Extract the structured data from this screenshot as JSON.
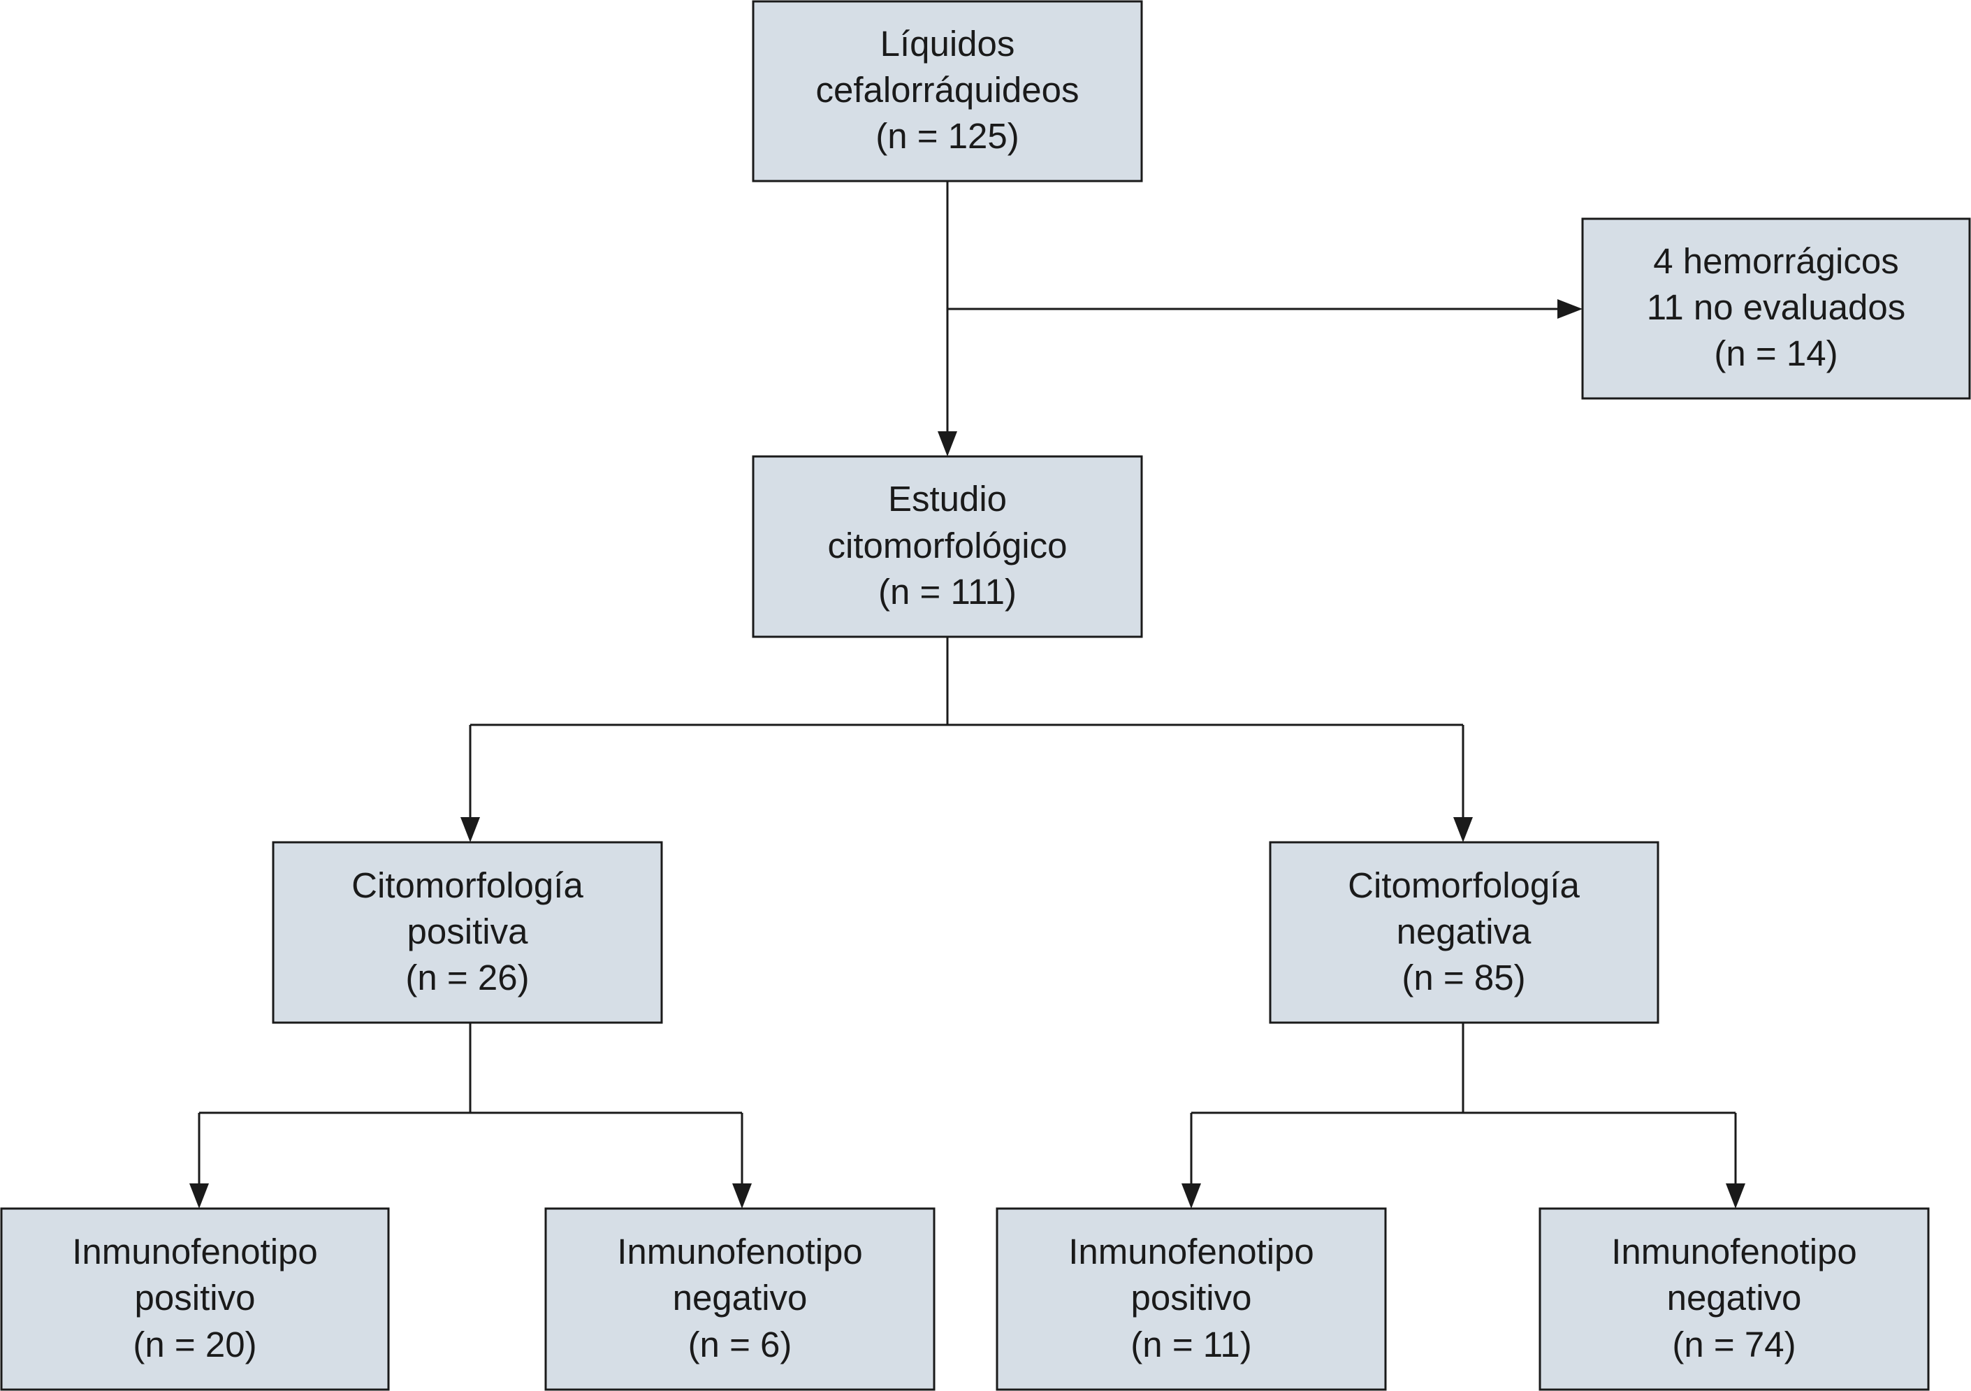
{
  "nodes": {
    "csf": {
      "lines": [
        "Líquidos",
        "cefalorráquideos",
        "(n = 125)"
      ]
    },
    "excluded": {
      "lines": [
        "4 hemorrágicos",
        "11 no evaluados",
        "(n = 14)"
      ]
    },
    "cytomorph_study": {
      "lines": [
        "Estudio",
        "citomorfológico",
        "(n = 111)"
      ]
    },
    "cyto_positive": {
      "lines": [
        "Citomorfología",
        "positiva",
        "(n = 26)"
      ]
    },
    "cyto_negative": {
      "lines": [
        "Citomorfología",
        "negativa",
        "(n = 85)"
      ]
    },
    "immuno_pos_from_pos": {
      "lines": [
        "Inmunofenotipo",
        "positivo",
        "(n = 20)"
      ]
    },
    "immuno_neg_from_pos": {
      "lines": [
        "Inmunofenotipo",
        "negativo",
        "(n = 6)"
      ]
    },
    "immuno_pos_from_neg": {
      "lines": [
        "Inmunofenotipo",
        "positivo",
        "(n = 11)"
      ]
    },
    "immuno_neg_from_neg": {
      "lines": [
        "Inmunofenotipo",
        "negativo",
        "(n = 74)"
      ]
    }
  },
  "colors": {
    "box_fill": "#d6dee6",
    "line": "#1a1a1a",
    "background": "#ffffff"
  }
}
